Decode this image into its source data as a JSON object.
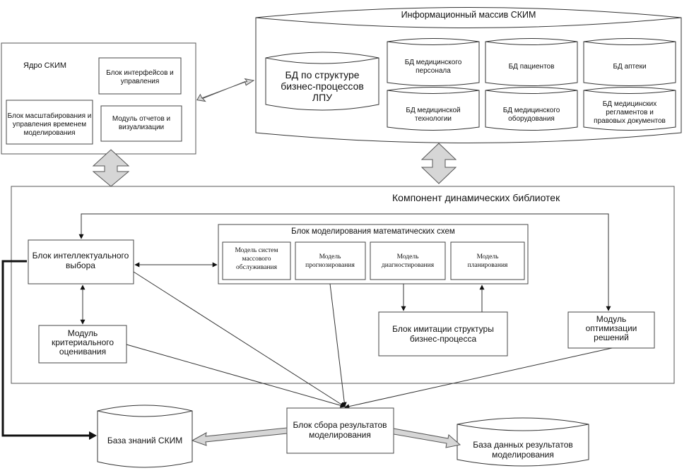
{
  "info_array": {
    "title": "Информационный массив СКИМ",
    "main_db": [
      "БД по структуре",
      "бизнес-процессов",
      "ЛПУ"
    ],
    "db_staff": [
      "БД медицинского",
      "персонала"
    ],
    "db_patients": [
      "БД пациентов"
    ],
    "db_pharmacy": [
      "БД аптеки"
    ],
    "db_tech": [
      "БД медицинской",
      "технологии"
    ],
    "db_equipment": [
      "БД медицинского",
      "оборудования"
    ],
    "db_regs": [
      "БД медицинских",
      "регламентов и",
      "правовых документов"
    ]
  },
  "core": {
    "title": "Ядро СКИМ",
    "interfaces": [
      "Блок интерфейсов и",
      "управления"
    ],
    "scaling": [
      "Блок масштабирования и",
      "управления временем",
      "моделирования"
    ],
    "reports": [
      "Модуль отчетов и",
      "визуализации"
    ]
  },
  "dynlib": {
    "title": "Компонент динамических библиотек",
    "intel": [
      "Блок интеллектуального",
      "выбора"
    ],
    "math_title": "Блок моделирования математических схем",
    "m_queue": [
      "Модель систем",
      "массового",
      "обслуживания"
    ],
    "m_forecast": [
      "Модель",
      "прогнозирования"
    ],
    "m_diag": [
      "Модель",
      "диагностирования"
    ],
    "m_plan": [
      "Модель",
      "планирования"
    ],
    "criteria": [
      "Модуль",
      "критериального",
      "оценивания"
    ],
    "imitation": [
      "Блок имитации структуры",
      "бизнес-процесса"
    ],
    "optimization": [
      "Модуль",
      "оптимизации",
      "решений"
    ]
  },
  "bottom": {
    "knowledge": [
      "База знаний СКИМ"
    ],
    "collect": [
      "Блок сбора результатов",
      "моделирования"
    ],
    "results_db": [
      "База данных результатов",
      "моделирования"
    ]
  }
}
